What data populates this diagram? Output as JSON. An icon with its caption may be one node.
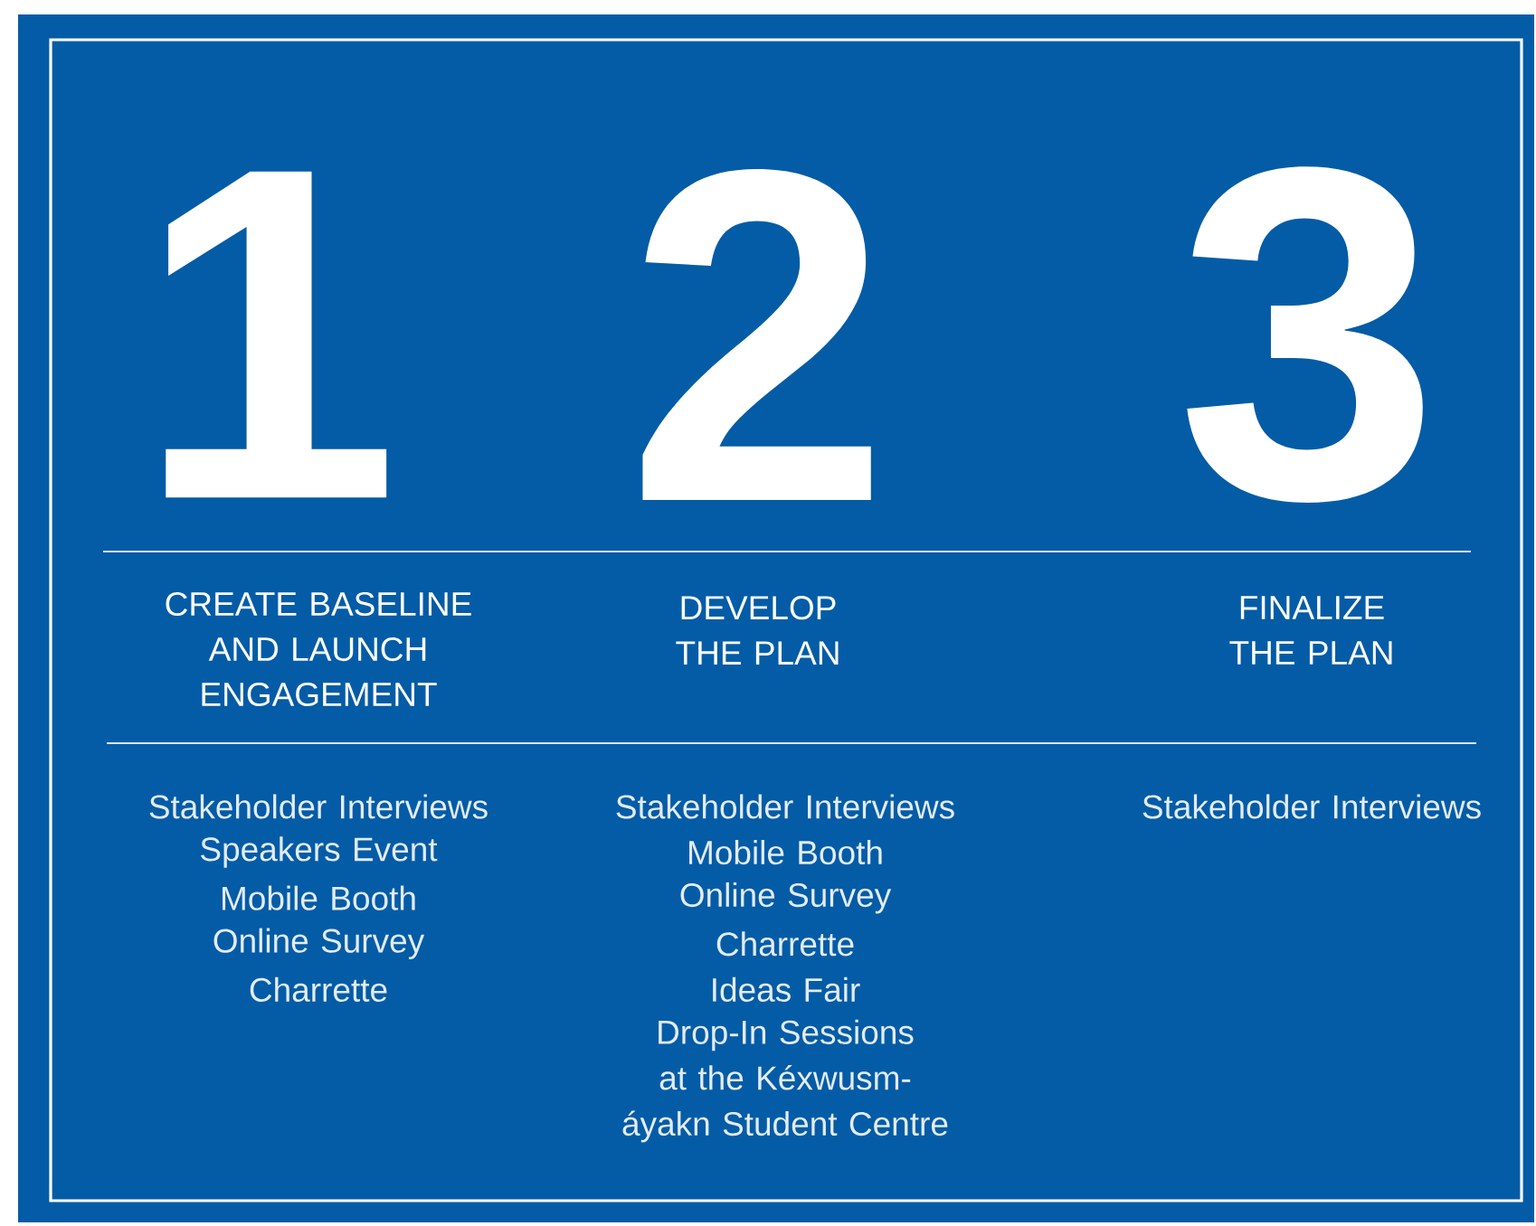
{
  "diagram": {
    "labels": [
      "1",
      "2",
      "3",
      "CREATE BASELINE AND LAUNCH ENGAGEMENT",
      "DEVELOP THE PLAN",
      "FINALIZE THE PLAN",
      "Stakeholder Interviews",
      "Speakers Event",
      "Mobile Booth",
      "Online Survey",
      "Charrette",
      "Stakeholder Interviews",
      "Mobile Booth",
      "Online Survey",
      "Charrette",
      "Ideas Fair",
      "Drop-In Sessions at the Kéxwusm-áyakn Student Centre",
      "Stakeholder Interviews"
    ]
  }
}
